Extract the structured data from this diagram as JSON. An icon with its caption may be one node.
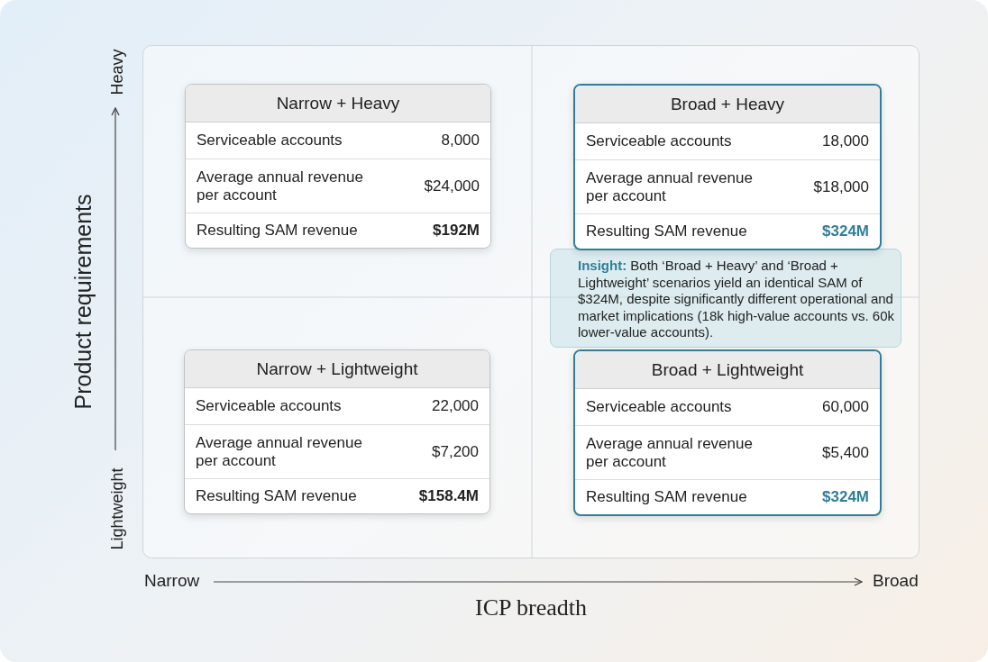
{
  "diagram": {
    "nodes": [
      {
        "text": [
          "Narrow + Heavy",
          "Serviceable accounts",
          "8,000",
          "Average annual revenue per account",
          "$24,000",
          "Resulting SAM revenue",
          "$192M"
        ]
      },
      {
        "text": [
          "Broad + Heavy",
          "Serviceable accounts",
          "18,000",
          "Average annual revenue per account",
          "$18,000",
          "Resulting SAM revenue",
          "$324M"
        ]
      },
      {
        "text": [
          "**Insight:** Both ‘Broad + Heavy’ and ‘Broad + Lightweight’ scenarios yield an identical SAM of $324M, despite significantly different operational and market implications (18k high-value accounts vs. 60k lower-value accounts)."
        ]
      },
      {
        "text": [
          "Narrow + Lightweight",
          "Serviceable accounts",
          "22,000",
          "Average annual revenue per account",
          "$7,200",
          "Resulting SAM revenue",
          "$158.4M"
        ]
      },
      {
        "text": [
          "Broad + Lightweight",
          "Serviceable accounts",
          "60,000",
          "Average annual revenue per account",
          "$5,400",
          "Resulting SAM revenue",
          "$324M"
        ]
      }
    ],
    "labels": [
      "Heavy",
      "Product requirements",
      "Lightweight",
      "Narrow",
      "Broad",
      "ICP breadth"
    ]
  }
}
